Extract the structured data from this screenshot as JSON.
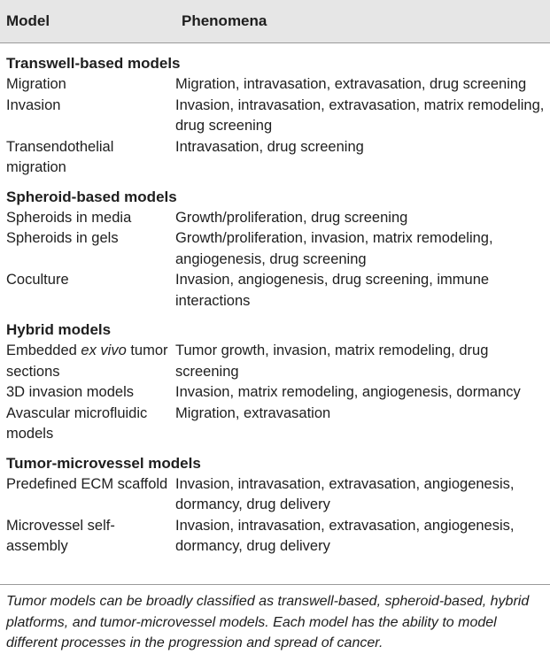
{
  "header": {
    "model": "Model",
    "phenomena": "Phenomena"
  },
  "sections": [
    {
      "title": "Transwell-based models",
      "rows": [
        {
          "model": "Migration",
          "phenomena": "Migration, intravasation, extravasation, drug screening"
        },
        {
          "model": "Invasion",
          "phenomena": "Invasion, intravasation, extravasation, matrix remodeling, drug screening"
        },
        {
          "model": "Transendothelial migration",
          "phenomena": "Intravasation, drug screening"
        }
      ]
    },
    {
      "title": "Spheroid-based models",
      "rows": [
        {
          "model": "Spheroids in media",
          "phenomena": "Growth/proliferation, drug screening"
        },
        {
          "model": "Spheroids in gels",
          "phenomena": "Growth/proliferation, invasion, matrix remodeling, angiogenesis, drug screening"
        },
        {
          "model": "Coculture",
          "phenomena": "Invasion, angiogenesis, drug screening, immune interactions"
        }
      ]
    },
    {
      "title": "Hybrid models",
      "rows": [
        {
          "model_pre": "Embedded ",
          "model_em": "ex vivo",
          "model_post": " tumor sections",
          "phenomena": "Tumor growth, invasion, matrix remodeling, drug screening"
        },
        {
          "model": "3D invasion models",
          "phenomena": "Invasion, matrix remodeling, angiogenesis, dormancy"
        },
        {
          "model": "Avascular microfluidic models",
          "phenomena": "Migration, extravasation"
        }
      ]
    },
    {
      "title": "Tumor-microvessel models",
      "rows": [
        {
          "model": "Predefined ECM scaffold",
          "phenomena": "Invasion, intravasation, extravasation, angiogenesis, dormancy, drug delivery"
        },
        {
          "model": "Microvessel self-assembly",
          "phenomena": "Invasion, intravasation, extravasation, angiogenesis, dormancy, drug delivery"
        }
      ]
    }
  ],
  "caption": "Tumor models can be broadly classified as transwell-based, spheroid-based, hybrid platforms, and tumor-microvessel models. Each model has the ability to model different processes in the progression and spread of cancer.",
  "colors": {
    "header_background": "#e6e6e6",
    "rule": "#9a9a9a",
    "text": "#1e1e1e"
  }
}
